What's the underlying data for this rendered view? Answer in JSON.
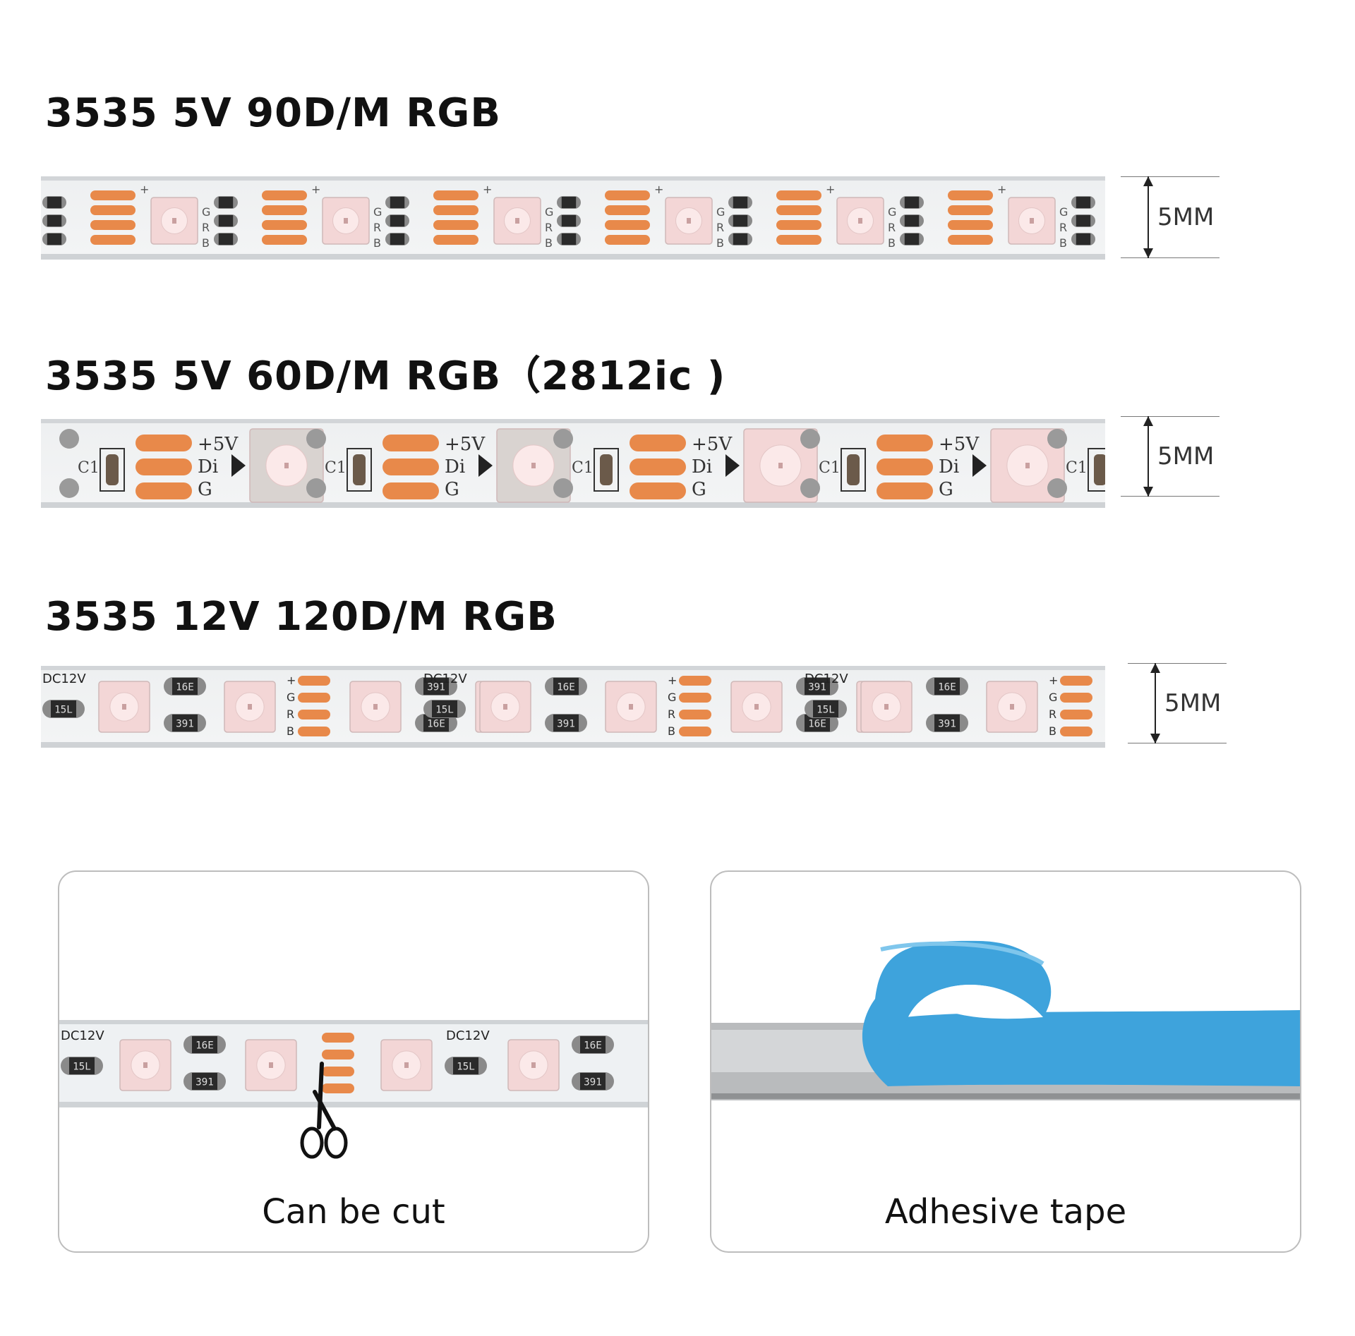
{
  "sections": [
    {
      "title": "3535 5V 90D/M RGB",
      "width_label": "5MM",
      "pad_label_g": "G",
      "pad_label_r": "R",
      "pad_label_b": "B",
      "pad_label_plus": "+"
    },
    {
      "title": "3535 5V 60D/M RGB（2812ic )",
      "width_label": "5MM",
      "label_5v": "+5V",
      "label_di": "Di",
      "label_g": "G",
      "label_c1": "C1"
    },
    {
      "title": "3535 12V 120D/M RGB",
      "width_label": "5MM",
      "label_dc": "DC12V",
      "res_a": "16E",
      "res_b": "391",
      "res_c": "15L",
      "pad_label_g": "G",
      "pad_label_r": "R",
      "pad_label_b": "B",
      "pad_label_plus": "+"
    }
  ],
  "features": [
    {
      "caption": "Can be cut",
      "icon": "scissors-icon",
      "label_dc": "DC12V",
      "res_a": "16E",
      "res_b": "391",
      "res_c": "15L"
    },
    {
      "caption": "Adhesive tape"
    }
  ],
  "colors": {
    "copper": "#e8894a",
    "tape_blue": "#3ea3dc",
    "led_pink": "#f3d6d6"
  }
}
